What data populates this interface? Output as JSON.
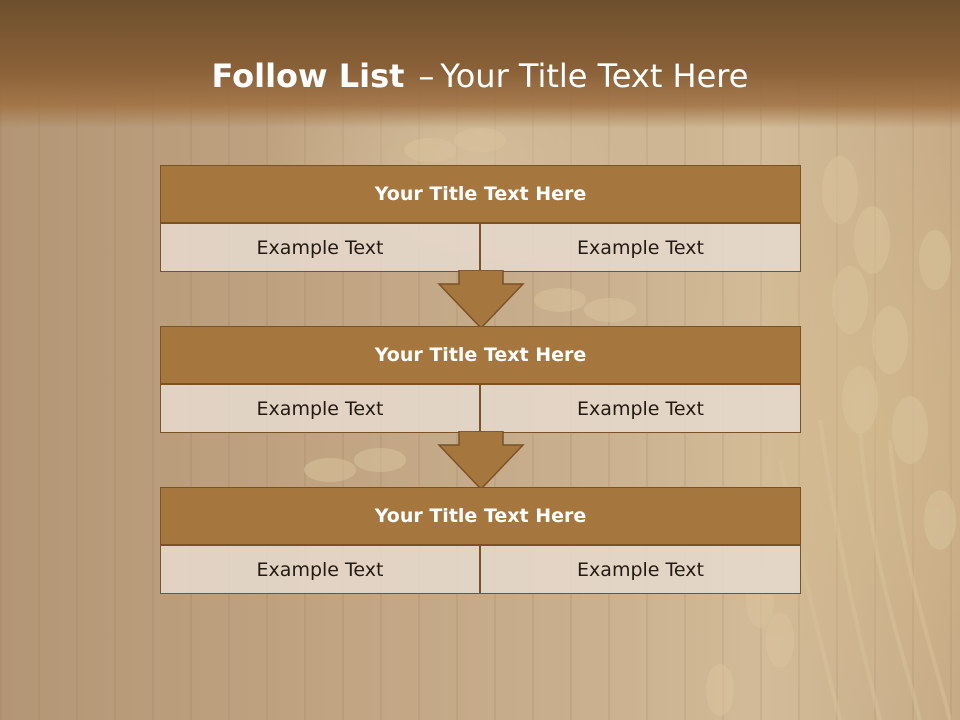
{
  "slide": {
    "title_bold": "Follow List",
    "title_separator": "–",
    "title_rest": "Your Title Text Here"
  },
  "blocks": [
    {
      "title": "Your Title Text Here",
      "left_text": "Example Text",
      "right_text": "Example Text"
    },
    {
      "title": "Your Title Text Here",
      "left_text": "Example Text",
      "right_text": "Example Text"
    },
    {
      "title": "Your Title Text Here",
      "left_text": "Example Text",
      "right_text": "Example Text"
    }
  ],
  "colors": {
    "header": "#8a6138",
    "block_title_fill": "#a5773f",
    "cell_fill": "#e6dacd",
    "arrow_fill": "#a5773f",
    "text_dark": "#231a12"
  }
}
